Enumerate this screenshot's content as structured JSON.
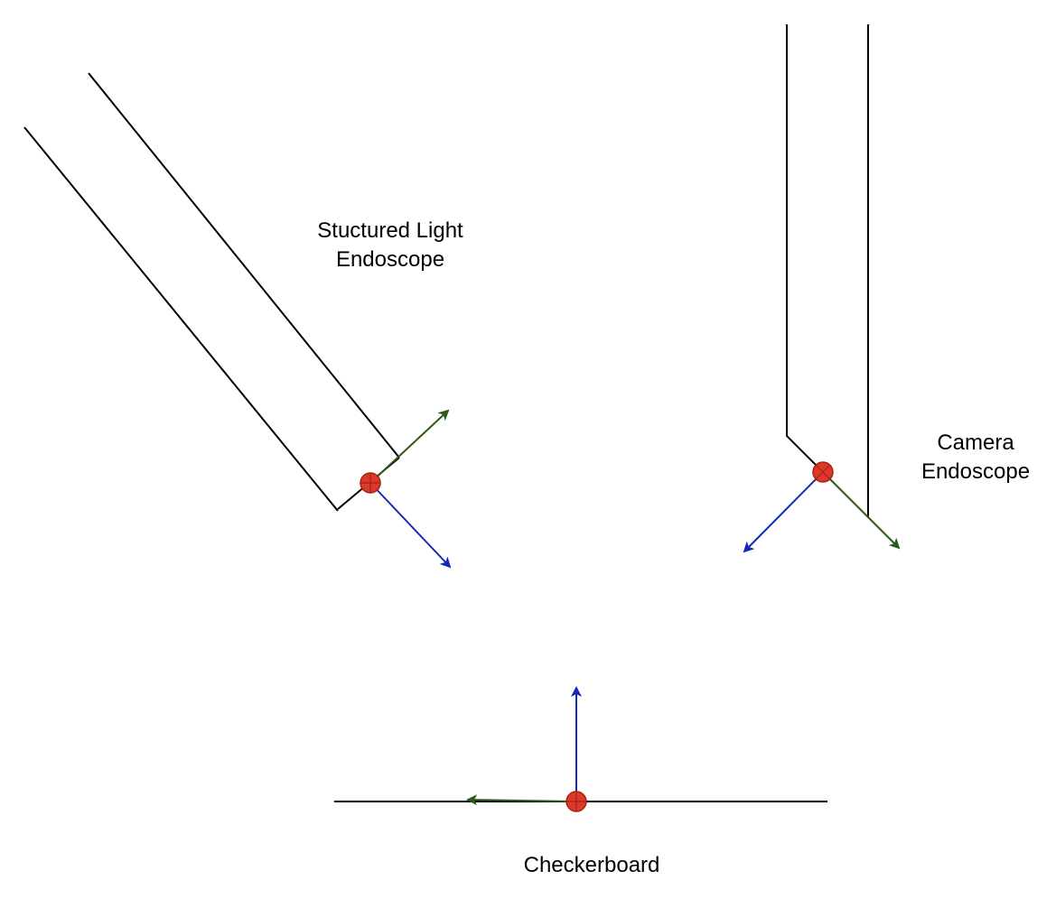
{
  "labels": {
    "structured_light": [
      "Stuctured Light",
      "Endoscope"
    ],
    "camera": [
      "Camera",
      "Endoscope"
    ],
    "checkerboard": [
      "Checkerboard"
    ]
  },
  "colors": {
    "outline": "#000000",
    "green_axis": "#2d5a1b",
    "blue_axis": "#1428b4",
    "origin_fill": "#d93a2b",
    "origin_stroke": "#a82114",
    "background": "#ffffff"
  },
  "icons": {
    "origin": "circle-plus-icon",
    "camera_origin": "circle-x-icon"
  }
}
